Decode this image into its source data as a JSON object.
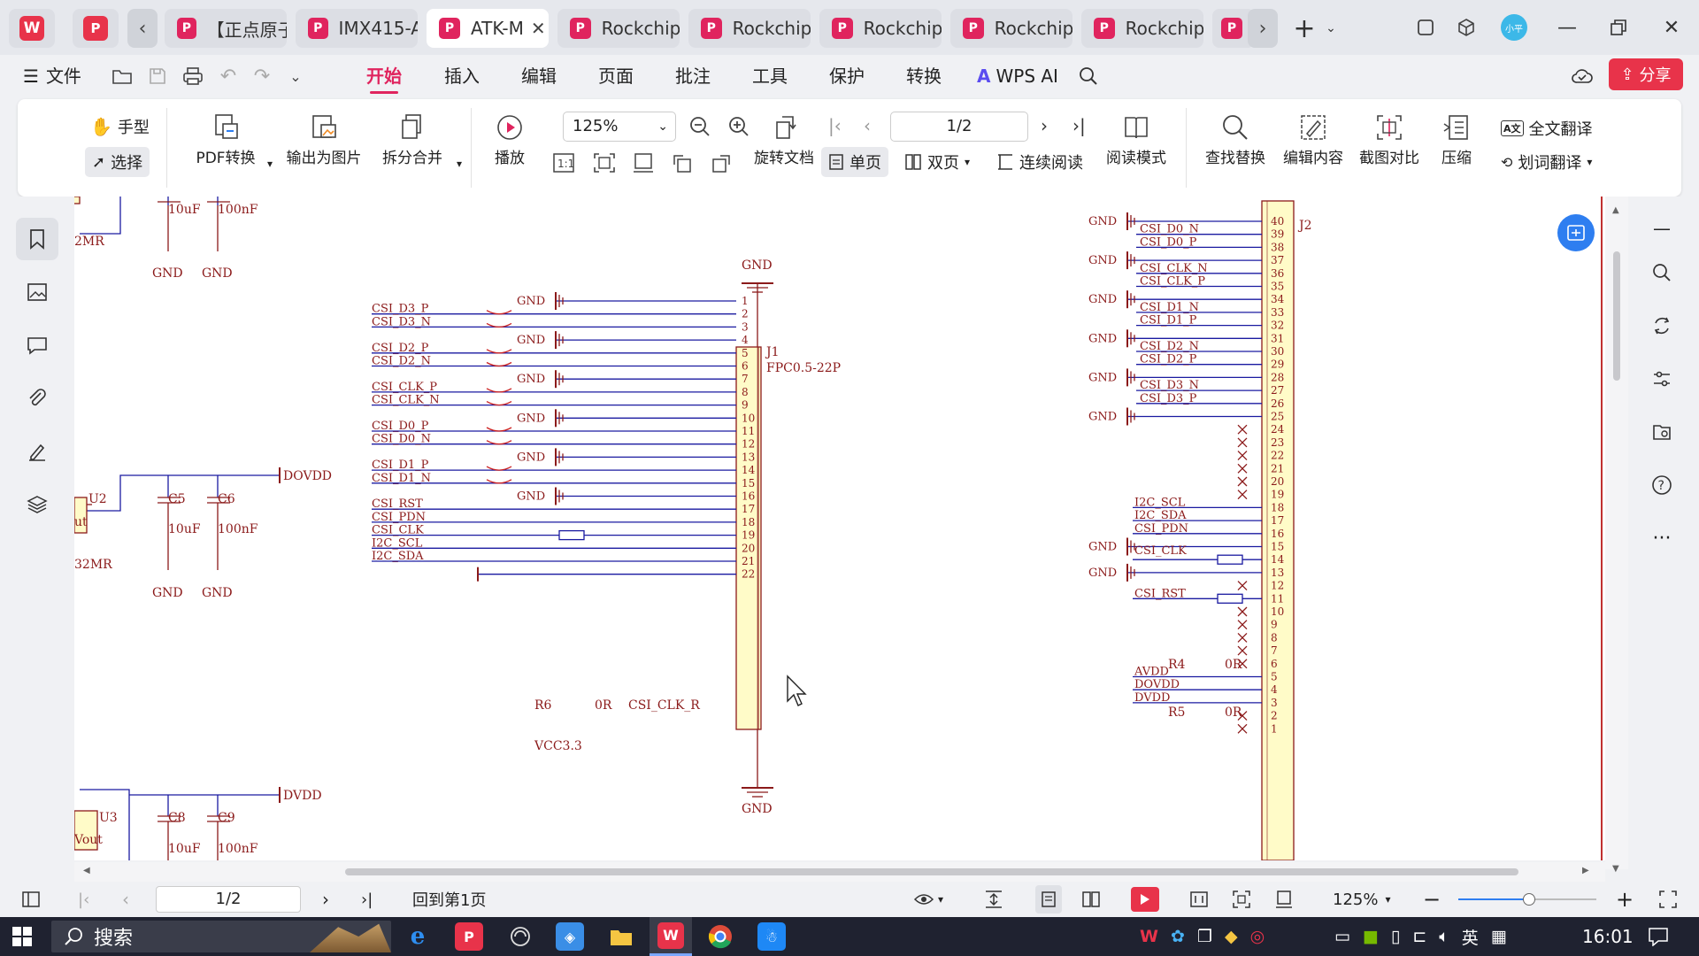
{
  "tabs": [
    {
      "label": "【正点原子"
    },
    {
      "label": "IMX415-A"
    },
    {
      "label": "ATK-M"
    },
    {
      "label": "Rockchip"
    },
    {
      "label": "Rockchip"
    },
    {
      "label": "Rockchip"
    },
    {
      "label": "Rockchip"
    },
    {
      "label": "Rockchip"
    }
  ],
  "menu": {
    "file": "文件",
    "items": [
      "开始",
      "插入",
      "编辑",
      "页面",
      "批注",
      "工具",
      "保护",
      "转换"
    ],
    "active": "开始",
    "wps_ai": "WPS AI",
    "share": "分享"
  },
  "ribbon": {
    "hand": "手型",
    "select": "选择",
    "pdf_convert": "PDF转换",
    "export_image": "输出为图片",
    "split_merge": "拆分合并",
    "play": "播放",
    "zoom": "125%",
    "rotate": "旋转文档",
    "page": "1/2",
    "single": "单页",
    "double": "双页",
    "continuous": "连续阅读",
    "read_mode": "阅读模式",
    "find_replace": "查找替换",
    "edit_content": "编辑内容",
    "screenshot_compare": "截图对比",
    "compress": "压缩",
    "full_translate": "全文翻译",
    "word_translate": "划词翻译"
  },
  "schematic": {
    "gnd": "GND",
    "vcc": "VCC3.3",
    "dovdd": "DOVDD",
    "dvdd": "DVDD",
    "avdd": "AVDD",
    "caps": {
      "c5": "C5",
      "c6": "C6",
      "c8": "C8",
      "c9": "C9",
      "v10uf": "10uF",
      "v100nf": "100nF"
    },
    "regs": {
      "u2": "U2",
      "u3": "U3",
      "mr1": "2MR",
      "mr2": "32MR",
      "out1": "ut",
      "out2": "Vout"
    },
    "j1": {
      "ref": "J1",
      "part": "FPC0.5-22P"
    },
    "j2": {
      "ref": "J2"
    },
    "j1_left_nets": [
      "CSI_D3_P",
      "CSI_D3_N",
      "CSI_D2_P",
      "CSI_D2_N",
      "CSI_CLK_P",
      "CSI_CLK_N",
      "CSI_D0_P",
      "CSI_D0_N",
      "CSI_D1_P",
      "CSI_D1_N"
    ],
    "j1_low_nets": [
      "CSI_RST",
      "CSI_PDN",
      "CSI_CLK",
      "I2C_SCL",
      "I2C_SDA"
    ],
    "r6": "R6",
    "r6_val": "0R",
    "csi_clk_r": "CSI_CLK_R",
    "j2_nets_top": [
      "CSI_D0_N",
      "CSI_D0_P",
      "CSI_CLK_N",
      "CSI_CLK_P",
      "CSI_D1_N",
      "CSI_D1_P",
      "CSI_D2_N",
      "CSI_D2_P",
      "CSI_D3_N",
      "CSI_D3_P"
    ],
    "j2_nets_mid": [
      "I2C_SCL",
      "I2C_SDA",
      "CSI_PDN"
    ],
    "j2_clk": "CSI_CLK",
    "j2_rst": "CSI_RST",
    "r4": "R4",
    "r5": "R5",
    "j2_pwr": [
      "AVDD",
      "DOVDD",
      "DVDD"
    ]
  },
  "statusbar": {
    "page": "1/2",
    "back_first": "回到第1页",
    "zoom": "125%"
  },
  "taskbar": {
    "search": "搜索",
    "lang": "英",
    "time": "16:01"
  }
}
